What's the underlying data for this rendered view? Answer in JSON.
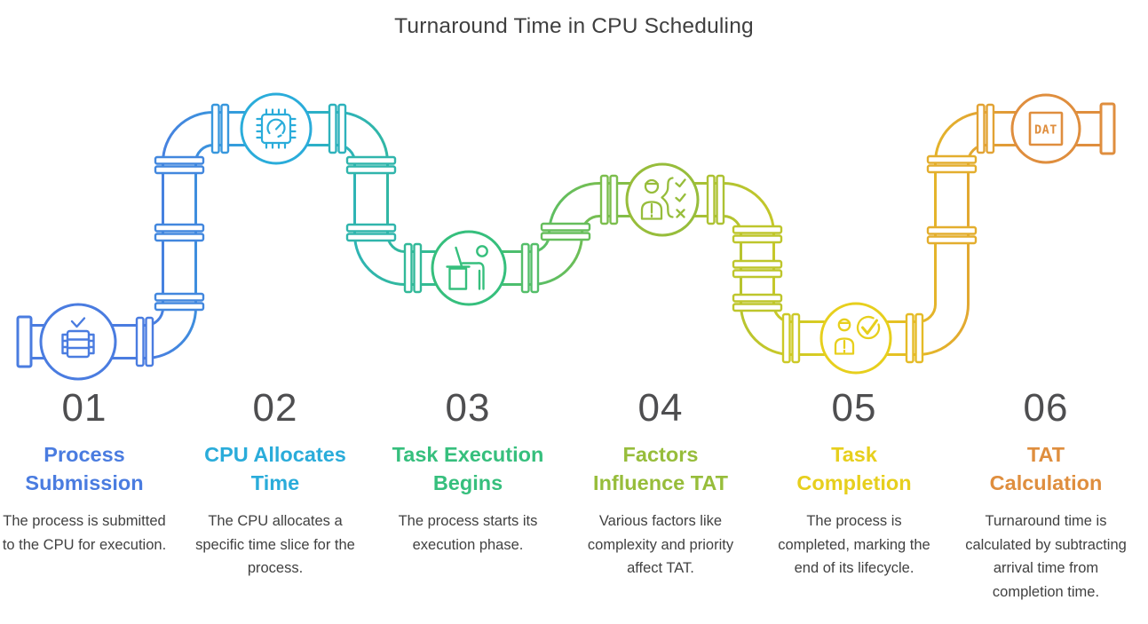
{
  "title": "Turnaround Time in CPU Scheduling",
  "colors": {
    "title_text": "#3f3f3f",
    "number_text": "#4e4e50",
    "description_text": "#414141",
    "station_blue": "#4a7ce0",
    "station_cyan": "#2aacda",
    "station_green": "#36bf7d",
    "station_olive": "#97bd3b",
    "station_yellow": "#e7cf1d",
    "station_orange": "#df8e3e"
  },
  "steps": [
    {
      "number": "01",
      "title_line1": "Process",
      "title_line2": "Submission",
      "description": "The process is submitted to the CPU for execution.",
      "color": "#4a7ce0",
      "icon": "server-check-icon"
    },
    {
      "number": "02",
      "title_line1": "CPU Allocates",
      "title_line2": "Time",
      "description": "The CPU allocates a specific time slice for the process.",
      "color": "#2aacda",
      "icon": "cpu-chip-icon"
    },
    {
      "number": "03",
      "title_line1": "Task Execution",
      "title_line2": "Begins",
      "description": "The process starts its execution phase.",
      "color": "#36bf7d",
      "icon": "person-desk-icon"
    },
    {
      "number": "04",
      "title_line1": "Factors",
      "title_line2": "Influence TAT",
      "description": "Various factors like complexity and priority affect TAT.",
      "color": "#97bd3b",
      "icon": "person-checklist-icon"
    },
    {
      "number": "05",
      "title_line1": "Task",
      "title_line2": "Completion",
      "description": "The process is completed, marking the end of its lifecycle.",
      "color": "#e7cf1d",
      "icon": "person-checkmark-icon"
    },
    {
      "number": "06",
      "title_line1": "TAT",
      "title_line2": "Calculation",
      "description": "Turnaround time is calculated by subtracting arrival time from completion time.",
      "color": "#df8e3e",
      "icon": "dat-meter-icon",
      "meter_label": "DAT"
    }
  ]
}
